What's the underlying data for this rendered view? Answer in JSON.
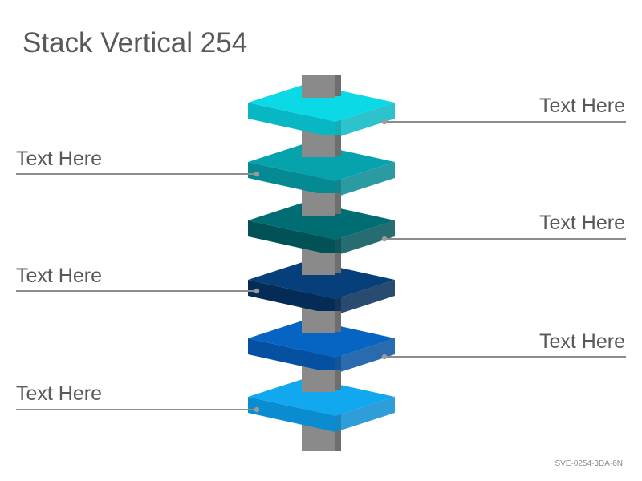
{
  "title": "Stack Vertical 254",
  "footer_code": "SVE-0254-3DA-6N",
  "labels": [
    {
      "text": "Text Here",
      "side": "right"
    },
    {
      "text": "Text Here",
      "side": "left"
    },
    {
      "text": "Text Here",
      "side": "right"
    },
    {
      "text": "Text Here",
      "side": "left"
    },
    {
      "text": "Text Here",
      "side": "right"
    },
    {
      "text": "Text Here",
      "side": "left"
    }
  ],
  "colors": {
    "text": "#595959",
    "connector": "#8c8c8c",
    "pillar_front": "#8a8a8a",
    "pillar_side": "#6e6e6e",
    "layers_top": [
      "#0bd9e6",
      "#07a3ad",
      "#006d73",
      "#063f7a",
      "#0665c2",
      "#12a8f0"
    ],
    "layers_front": [
      "#07b8c4",
      "#058a93",
      "#005257",
      "#042c57",
      "#0550a0",
      "#0a8cd0"
    ]
  }
}
